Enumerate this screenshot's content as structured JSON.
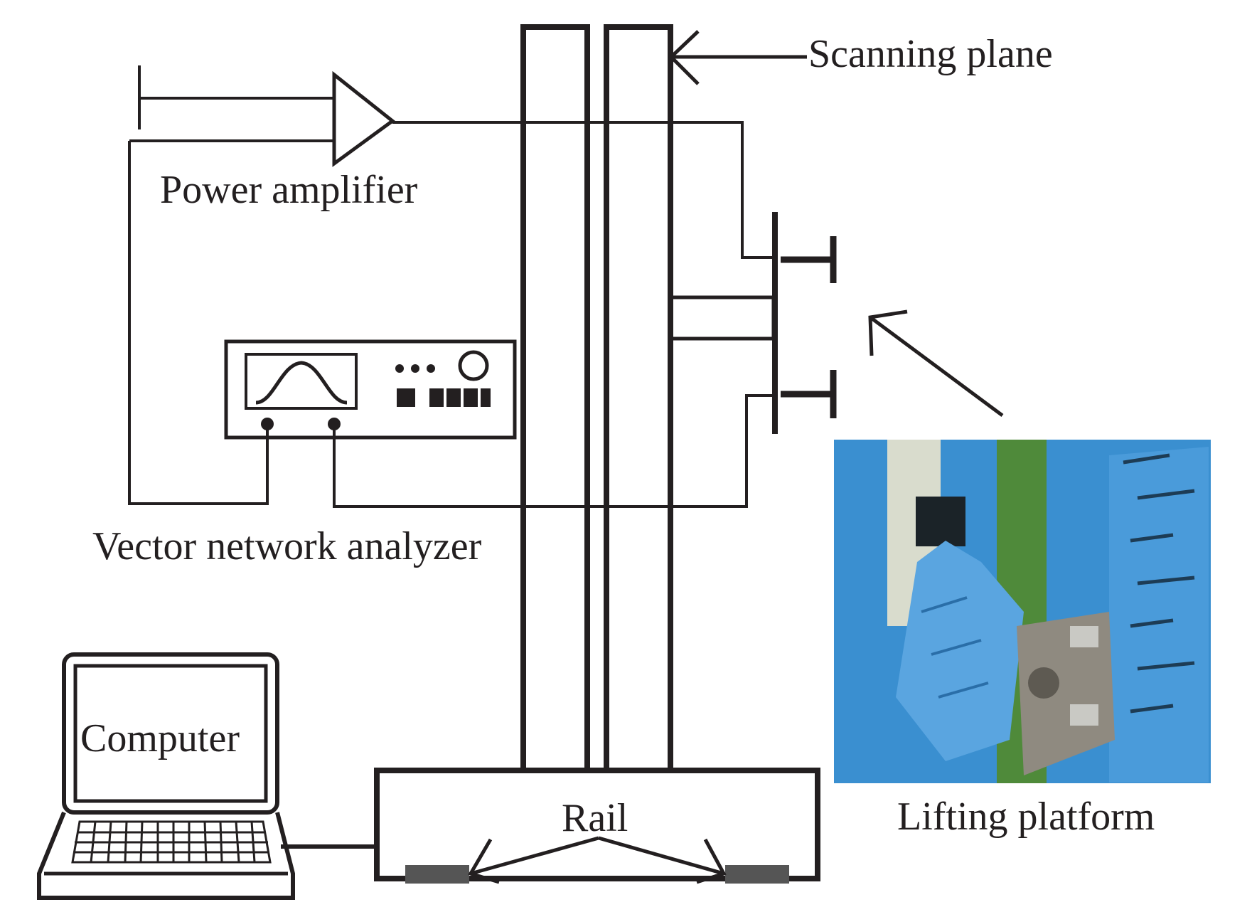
{
  "labels": {
    "scanning_plane": "Scanning plane",
    "power_amplifier": "Power amplifier",
    "vector_network_analyzer": "Vector network analyzer",
    "computer": "Computer",
    "rail": "Rail",
    "lifting_platform": "Lifting platform"
  },
  "colors": {
    "line": "#231f20",
    "rail_pad": "#555555",
    "photo_absorber_blue": "#3a8fd0",
    "photo_column_green": "#4f8a3a"
  },
  "icons": {
    "amplifier": "triangle-amplifier-icon",
    "oscilloscope": "sine-wave-display-icon",
    "laptop": "laptop-icon",
    "antenna": "antenna-probe-icon"
  }
}
